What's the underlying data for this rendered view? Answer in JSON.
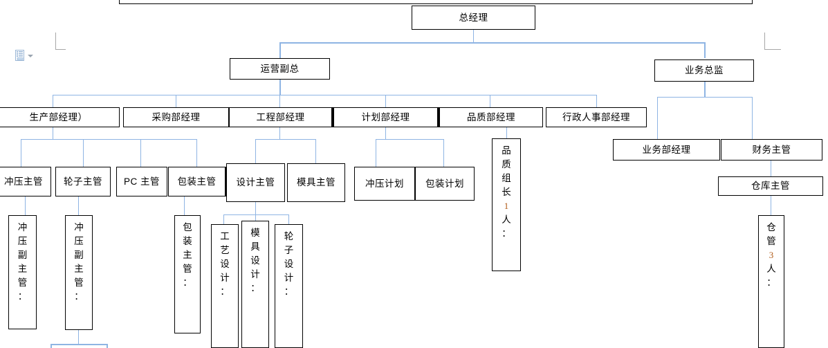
{
  "document": {
    "type": "org-chart",
    "language": "zh-CN",
    "app": "word-document-canvas",
    "paste_options": {
      "icon": "paste-options-icon",
      "caret": "chevron-down-icon"
    }
  },
  "chart_data": {
    "type": "org-chart",
    "title": "",
    "nodes": [
      {
        "id": "gm",
        "label": "总经理",
        "level": 1
      },
      {
        "id": "ops_vp",
        "label": "运营副总",
        "level": 2,
        "parent": "gm"
      },
      {
        "id": "biz_dir",
        "label": "业务总监",
        "level": 2,
        "parent": "gm"
      },
      {
        "id": "prod_mgr",
        "label": "生产部经理）",
        "level": 3,
        "parent": "ops_vp"
      },
      {
        "id": "purch_mgr",
        "label": "采购部经理",
        "level": 3,
        "parent": "ops_vp"
      },
      {
        "id": "eng_mgr",
        "label": "工程部经理",
        "level": 3,
        "parent": "ops_vp"
      },
      {
        "id": "plan_mgr",
        "label": "计划部经理",
        "level": 3,
        "parent": "ops_vp"
      },
      {
        "id": "qa_mgr",
        "label": "品质部经理",
        "level": 3,
        "parent": "ops_vp"
      },
      {
        "id": "hr_mgr",
        "label": "行政人事部经理",
        "level": 3,
        "parent": "ops_vp"
      },
      {
        "id": "biz_mgr",
        "label": "业务部经理",
        "level": 3,
        "parent": "biz_dir"
      },
      {
        "id": "fin_sup",
        "label": "财务主管",
        "level": 3,
        "parent": "biz_dir"
      },
      {
        "id": "stamp_sup",
        "label": "冲压主管",
        "level": 4,
        "parent": "prod_mgr"
      },
      {
        "id": "wheel_sup",
        "label": "轮子主管",
        "level": 4,
        "parent": "prod_mgr"
      },
      {
        "id": "pc_sup",
        "label": "PC 主管",
        "level": 4,
        "parent": "prod_mgr"
      },
      {
        "id": "pack_sup",
        "label": "包装主管",
        "level": 4,
        "parent": "prod_mgr"
      },
      {
        "id": "design_sup",
        "label": "设计主管",
        "level": 4,
        "parent": "eng_mgr"
      },
      {
        "id": "mold_sup",
        "label": "模具主管",
        "level": 4,
        "parent": "eng_mgr"
      },
      {
        "id": "stamp_plan",
        "label": "冲压计划",
        "level": 4,
        "parent": "plan_mgr"
      },
      {
        "id": "pack_plan",
        "label": "包装计划",
        "level": 4,
        "parent": "plan_mgr"
      },
      {
        "id": "qa_lead",
        "label": "品质组长1人：",
        "level": 4,
        "parent": "qa_mgr",
        "orientation": "vertical"
      },
      {
        "id": "wh_sup",
        "label": "仓库主管",
        "level": 4,
        "parent": "fin_sup"
      },
      {
        "id": "stamp_dep1",
        "label": "冲压副主管：",
        "level": 5,
        "parent": "stamp_sup",
        "orientation": "vertical"
      },
      {
        "id": "stamp_dep2",
        "label": "冲压副主管：",
        "level": 5,
        "parent": "wheel_sup",
        "orientation": "vertical"
      },
      {
        "id": "pack_dep",
        "label": "包装主管：",
        "level": 5,
        "parent": "pack_sup",
        "orientation": "vertical"
      },
      {
        "id": "proc_design",
        "label": "工艺设计：",
        "level": 5,
        "parent": "design_sup",
        "orientation": "vertical"
      },
      {
        "id": "mold_design",
        "label": "模具设计：",
        "level": 5,
        "parent": "design_sup",
        "orientation": "vertical"
      },
      {
        "id": "wheel_design",
        "label": "轮子设计：",
        "level": 5,
        "parent": "design_sup",
        "orientation": "vertical"
      },
      {
        "id": "wh_keeper",
        "label": "仓管3人：",
        "level": 5,
        "parent": "wh_sup",
        "orientation": "vertical"
      }
    ],
    "connector_color": "#8eb4e3",
    "box_border_color": "#000000",
    "background": "#ffffff"
  },
  "boxes": {
    "gm": {
      "label": "总经理"
    },
    "ops_vp": {
      "label": "运营副总"
    },
    "biz_dir": {
      "label": "业务总监"
    },
    "prod_mgr": {
      "label": "生产部经理）"
    },
    "purch_mgr": {
      "label": "采购部经理"
    },
    "eng_mgr": {
      "label": "工程部经理"
    },
    "plan_mgr": {
      "label": "计划部经理"
    },
    "qa_mgr": {
      "label": "品质部经理"
    },
    "hr_mgr": {
      "label": "行政人事部经理"
    },
    "biz_mgr": {
      "label": "业务部经理"
    },
    "fin_sup": {
      "label": "财务主管"
    },
    "stamp_sup": {
      "label": "冲压主管"
    },
    "wheel_sup": {
      "label": "轮子主管"
    },
    "pc_sup": {
      "label": "PC 主管"
    },
    "pack_sup": {
      "label": "包装主管"
    },
    "design_sup": {
      "label": "设计主管"
    },
    "mold_sup": {
      "label": "模具主管"
    },
    "stamp_plan": {
      "label": "冲压计划"
    },
    "pack_plan": {
      "label": "包装计划"
    },
    "wh_sup": {
      "label": "仓库主管"
    }
  },
  "vertical_boxes": {
    "qa_lead": {
      "chars": [
        "品",
        "质",
        "组",
        "长",
        "1",
        "人",
        "："
      ],
      "numeric_index": 4
    },
    "stamp_dep1": {
      "chars": [
        "冲",
        "压",
        "副",
        "主",
        "管",
        "："
      ],
      "numeric_index": -1
    },
    "stamp_dep2": {
      "chars": [
        "冲",
        "压",
        "副",
        "主",
        "管",
        "："
      ],
      "numeric_index": -1
    },
    "pack_dep": {
      "chars": [
        "包",
        "装",
        "主",
        "管",
        "："
      ],
      "numeric_index": -1
    },
    "proc_design": {
      "chars": [
        "工",
        "艺",
        "设",
        "计",
        "："
      ],
      "numeric_index": -1
    },
    "mold_design": {
      "chars": [
        "模",
        "具",
        "设",
        "计",
        "："
      ],
      "numeric_index": -1
    },
    "wheel_design": {
      "chars": [
        "轮",
        "子",
        "设",
        "计",
        "："
      ],
      "numeric_index": -1
    },
    "wh_keeper": {
      "chars": [
        "仓",
        "管",
        "3",
        "人",
        "："
      ],
      "numeric_index": 2
    }
  }
}
